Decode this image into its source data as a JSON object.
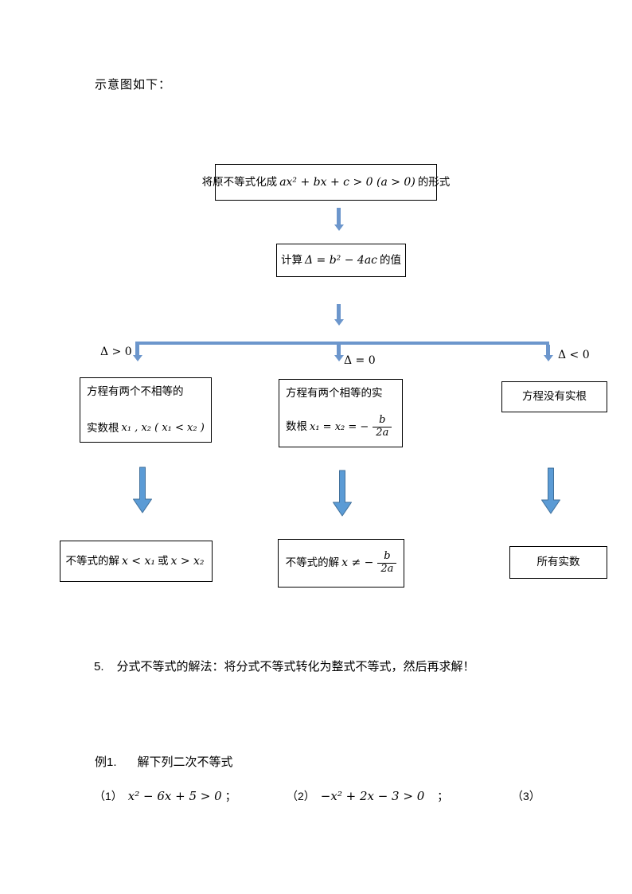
{
  "intro_text": "示意图如下：",
  "flow": {
    "box_top": {
      "prefix": "将原不等式化成",
      "math": "ax² + bx + c > 0 (a > 0)",
      "suffix": "的形式"
    },
    "box_calc": {
      "prefix": "计算",
      "math": "Δ = b² − 4ac",
      "suffix": "的值"
    },
    "labels": {
      "left": "Δ > 0",
      "center": "Δ = 0",
      "right": "Δ < 0"
    },
    "case_left": {
      "line1": "方程有两个不相等的",
      "line2_prefix": "实数根",
      "line2_math": "x₁ , x₂ ( x₁ < x₂ )"
    },
    "case_center": {
      "line1": "方程有两个相等的实",
      "line2_prefix": "数根",
      "line2_math": "x₁ = x₂ = −",
      "frac_num": "b",
      "frac_den": "2a"
    },
    "case_right": {
      "text": "方程没有实根"
    },
    "result_left": {
      "prefix": "不等式的解",
      "math1": "x < x₁",
      "or": "或",
      "math2": "x > x₂"
    },
    "result_center": {
      "prefix": "不等式的解",
      "math": "x ≠ −",
      "frac_num": "b",
      "frac_den": "2a"
    },
    "result_right": {
      "text": "所有实数"
    }
  },
  "notes": {
    "item_number": "5.",
    "item_text": "分式不等式的解法：将分式不等式转化为整式不等式，然后再求解！",
    "example_label": "例1.",
    "example_title": "解下列二次不等式",
    "problems": [
      {
        "num": "（1）",
        "math": "x² − 6x + 5 > 0",
        "punct": "；"
      },
      {
        "num": "（2）",
        "math": "−x² + 2x − 3 > 0",
        "punct": "；"
      },
      {
        "num": "（3）",
        "math": "",
        "punct": ""
      }
    ]
  },
  "colors": {
    "flow_arrow": "#6C96CC",
    "block_arrow_fill": "#5B9BD5",
    "block_arrow_border": "#41719C",
    "box_border": "#000000"
  }
}
